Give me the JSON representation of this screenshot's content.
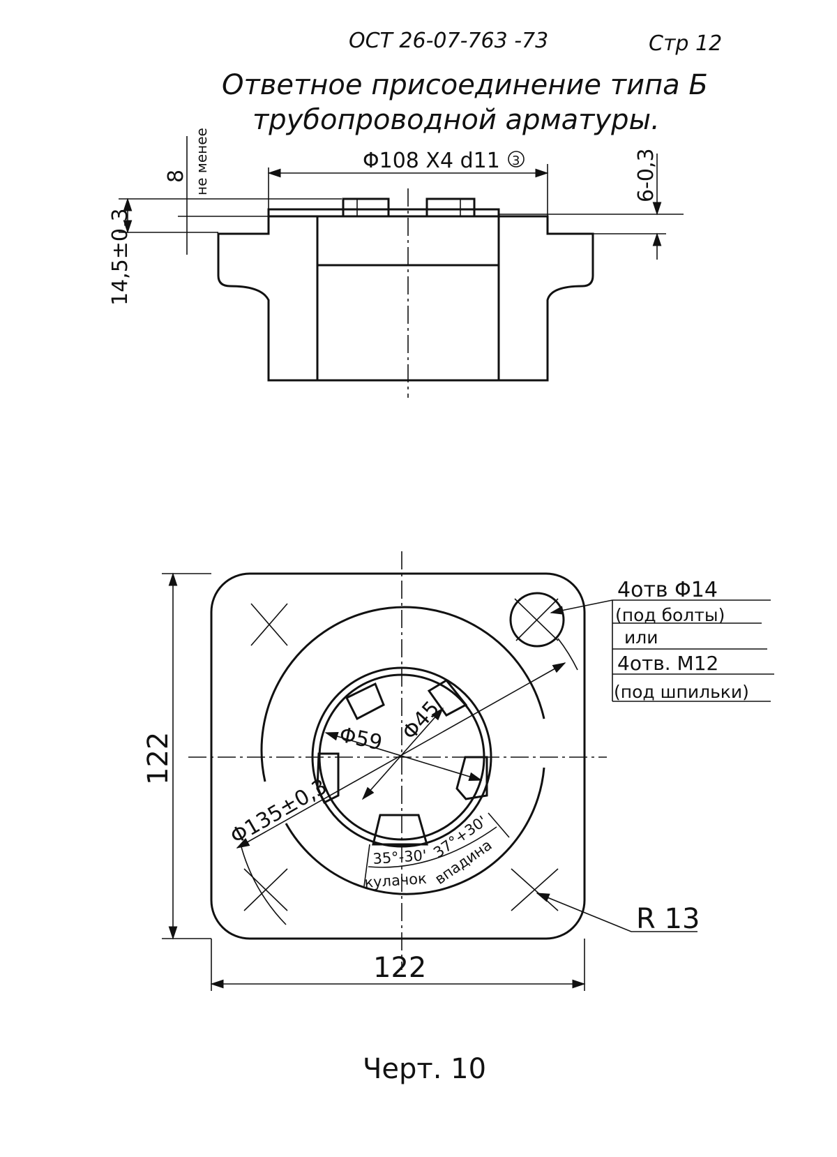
{
  "header": {
    "standard": "ОСТ 26-07-763 -73",
    "page": "Стр 12"
  },
  "title": {
    "line1": "Ответное присоединение типа Б",
    "line2": "трубопроводной арматуры."
  },
  "section_view": {
    "dim_diameter": "Φ108 X4 d11",
    "note_mark": "3",
    "dim_8": "8",
    "dim_min": "не менее",
    "dim_6": "6-0,3",
    "dim_14_5": "14,5±0,3"
  },
  "plan_view": {
    "dim_phi59": "Φ59",
    "dim_phi45": "Φ45",
    "dim_phi135": "Φ135±0,3",
    "angle_cam": "35°-30'",
    "angle_slot": "37°+30'",
    "label_cam": "кулачок",
    "label_slot": "впадина",
    "dim_width": "122",
    "dim_height": "122",
    "dim_radius": "R 13",
    "holes_table": [
      "4отв Φ14",
      "(под болты)",
      "или",
      "4отв. М12",
      "(под шпильки)"
    ]
  },
  "caption": "Черт. 10",
  "colors": {
    "ink": "#111111",
    "paper": "#ffffff"
  }
}
